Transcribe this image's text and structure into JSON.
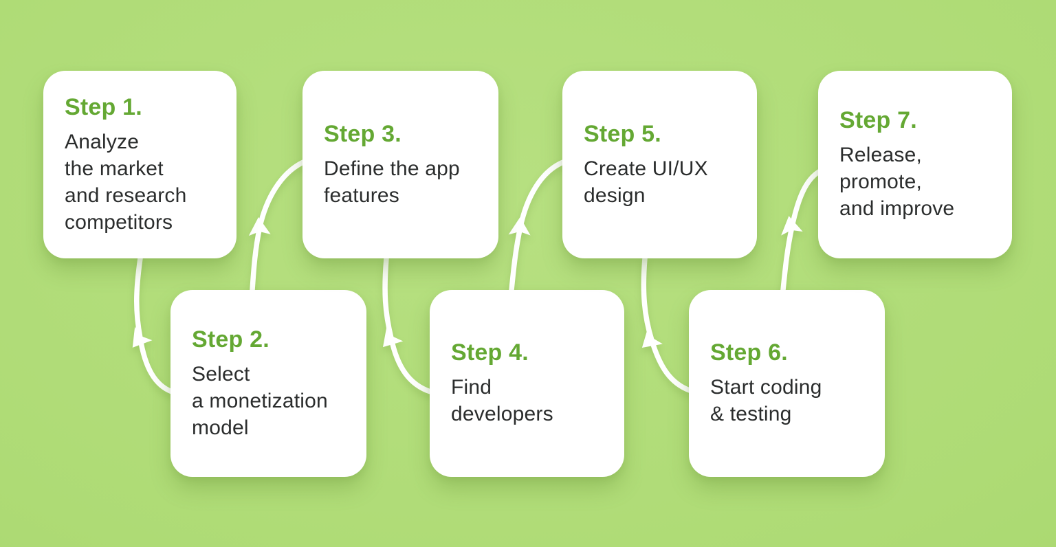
{
  "diagram": {
    "kind": "process-flow",
    "step_count": 7
  },
  "colors": {
    "background": "#AEDB75",
    "card_background": "#FFFFFF",
    "step_title": "#64A833",
    "body_text": "#2B2D2D",
    "arrow": "#FFFFFF"
  },
  "steps": [
    {
      "label": "Step 1.",
      "lines": [
        "Analyze",
        "the market",
        "and research",
        "competitors"
      ]
    },
    {
      "label": "Step 2.",
      "lines": [
        "Select",
        "a monetization",
        "model"
      ]
    },
    {
      "label": "Step 3.",
      "lines": [
        "Define the app",
        "features"
      ]
    },
    {
      "label": "Step 4.",
      "lines": [
        "Find",
        "developers"
      ]
    },
    {
      "label": "Step 5.",
      "lines": [
        "Create UI/UX",
        "design"
      ]
    },
    {
      "label": "Step 6.",
      "lines": [
        "Start coding",
        "& testing"
      ]
    },
    {
      "label": "Step 7.",
      "lines": [
        "Release,",
        "promote,",
        "and improve"
      ]
    }
  ],
  "connectors": [
    {
      "from": "Step 1.",
      "to": "Step 2."
    },
    {
      "from": "Step 2.",
      "to": "Step 3."
    },
    {
      "from": "Step 3.",
      "to": "Step 4."
    },
    {
      "from": "Step 4.",
      "to": "Step 5."
    },
    {
      "from": "Step 5.",
      "to": "Step 6."
    },
    {
      "from": "Step 6.",
      "to": "Step 7."
    }
  ]
}
